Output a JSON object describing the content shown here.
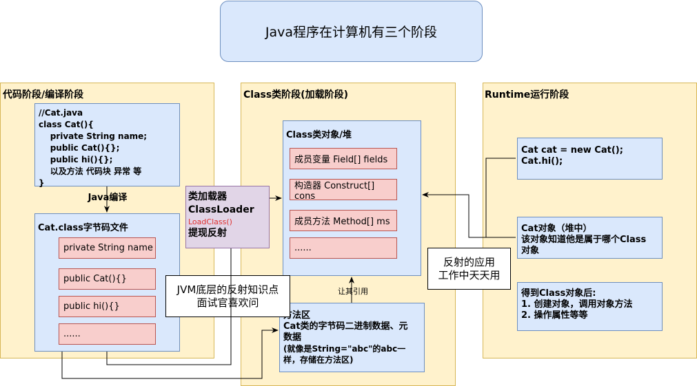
{
  "title": "Java程序在计算机有三个阶段",
  "stages": {
    "code": {
      "title": "代码阶段/编译阶段",
      "source_lines": [
        "//Cat.java",
        "class Cat(){",
        "    private String name;",
        "    public Cat(){};",
        "    public hi(){};",
        "    以及方法 代码块 异常 等",
        "}"
      ],
      "compile_label": "Java编译",
      "bytecode_title": "Cat.class字节码文件",
      "bytecode_items": [
        "private String name",
        "public Cat(){}",
        "public hi(){}",
        "......"
      ]
    },
    "class": {
      "title": "Class类阶段(加载阶段)",
      "class_object_title": "Class类对象/堆",
      "class_object_items": [
        "成员变量 Field[] fields",
        "构造器 Construct[] cons",
        "成员方法 Method[] ms",
        "......"
      ],
      "loader_line1": "类加载器",
      "loader_line2": "ClassLoader",
      "loader_method": "LoadClass()",
      "loader_reflect": "提现反射",
      "method_area_lines": [
        "方法区",
        "Cat类的字节码二进制数据、元",
        "数据",
        "(就像是String=\"abc\"的abc一",
        "样，存储在方法区)"
      ],
      "ref_label": "让其引用"
    },
    "runtime": {
      "title": "Runtime运行阶段",
      "code_lines": [
        "Cat cat = new Cat();",
        "Cat.hi();"
      ],
      "object_lines": [
        "Cat对象（堆中）",
        "该对象知道他是属于哪个Class",
        "对象"
      ],
      "get_lines": [
        "得到Class对象后:",
        "1. 创建对象，调用对象方法",
        "2. 操作属性等等"
      ]
    }
  },
  "notes": {
    "jvm_line1": "JVM底层的反射知识点",
    "jvm_line2": "面试官喜欢问",
    "reflect_line1": "反射的应用",
    "reflect_line2": "工作中天天用"
  },
  "colors": {
    "stage_fill": "#fff2cc",
    "stage_border": "#d6b656",
    "blue_fill": "#dae8fc",
    "blue_border": "#6c8ebf",
    "red_fill": "#f8cecc",
    "red_border": "#b85450",
    "purple_fill": "#e1d5e7",
    "purple_border": "#9673a6",
    "method_text": "#e0302e"
  }
}
